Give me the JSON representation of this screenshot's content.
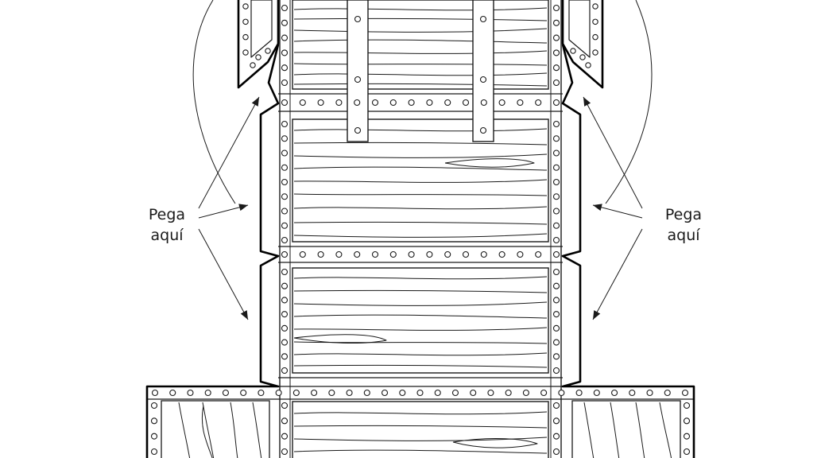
{
  "labels": {
    "left_line1": "Pega",
    "left_line2": "aquí",
    "right_line1": "Pega",
    "right_line2": "aquí"
  },
  "colors": {
    "stroke": "#1a1a1a",
    "outline": "#000000",
    "background": "#ffffff"
  }
}
